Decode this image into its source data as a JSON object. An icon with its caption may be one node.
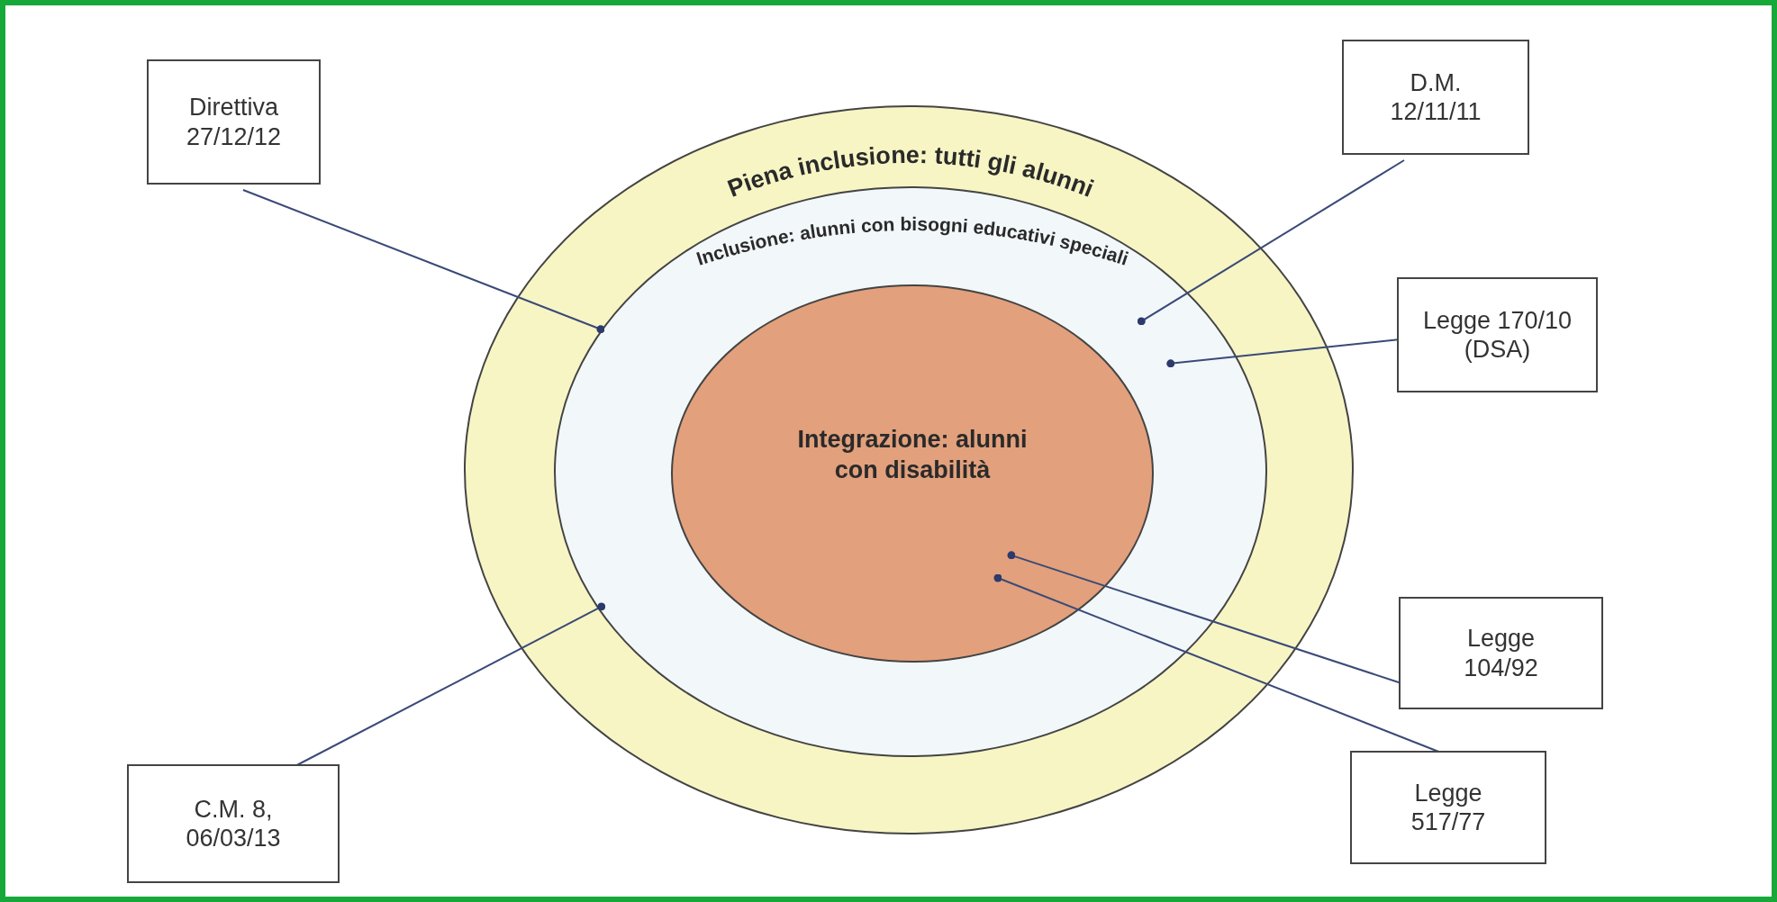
{
  "diagram": {
    "nodes": [
      {
        "text": [
          "Piena inclusione: tutti gli alunni"
        ]
      },
      {
        "text": [
          "Inclusione: alunni con bisogni educativi speciali"
        ],
        "in": 0
      },
      {
        "text": [
          "Integrazione: alunni con disabilità"
        ],
        "in": 1
      },
      {
        "text": [
          "Direttiva 27/12/12"
        ]
      },
      {
        "text": [
          "D.M. 12/11/11"
        ]
      },
      {
        "text": [
          "Legge 170/10 (DSA)"
        ]
      },
      {
        "text": [
          "Legge 104/92"
        ]
      },
      {
        "text": [
          "Legge 517/77"
        ]
      },
      {
        "text": [
          "C.M. 8, 06/03/13"
        ]
      }
    ],
    "edges": [
      {
        "from": 3,
        "to": 1,
        "arrow": "other"
      },
      {
        "from": 4,
        "to": 1,
        "arrow": "other"
      },
      {
        "from": 5,
        "to": 1,
        "arrow": "other"
      },
      {
        "from": 6,
        "to": 2,
        "arrow": "other"
      },
      {
        "from": 7,
        "to": 2,
        "arrow": "other"
      },
      {
        "from": 8,
        "to": 1,
        "arrow": "other"
      }
    ]
  }
}
